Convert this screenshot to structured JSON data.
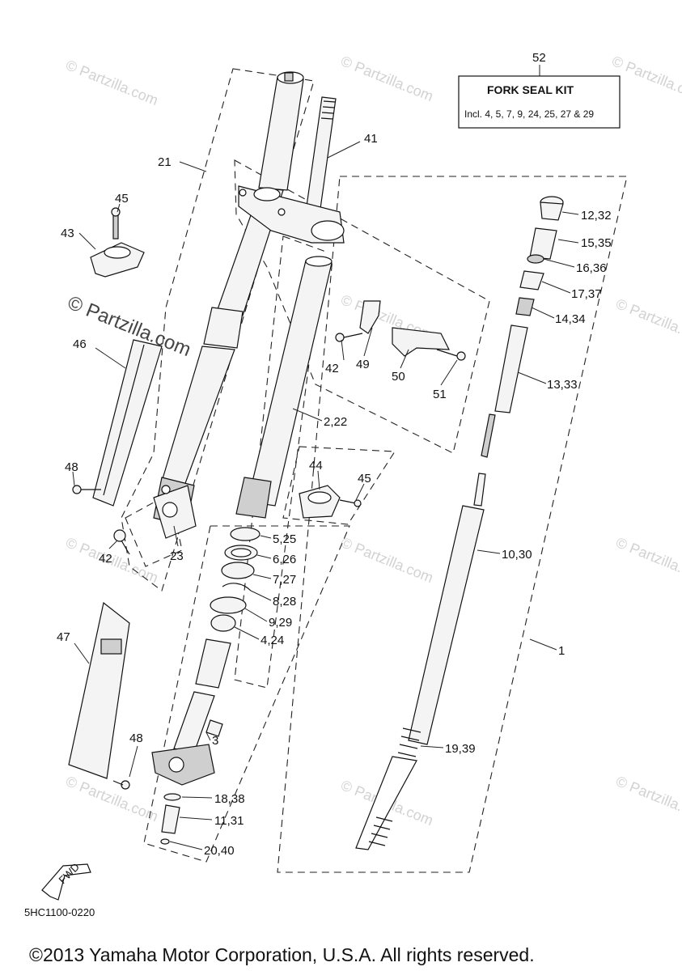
{
  "watermark": {
    "small_text": "© Partzilla.com",
    "big_text": "© Partzilla.com"
  },
  "kit": {
    "number": "52",
    "title": "FORK SEAL KIT",
    "contents": "Incl. 4, 5, 7, 9, 24, 25, 27 & 29"
  },
  "callouts": {
    "c21": "21",
    "c41": "41",
    "c45a": "45",
    "c43": "43",
    "c46": "46",
    "c48a": "48",
    "c42a": "42",
    "c23": "23",
    "c47": "47",
    "c48b": "48",
    "c12_32": "12,32",
    "c15_35": "15,35",
    "c16_36": "16,36",
    "c17_37": "17,37",
    "c14_34": "14,34",
    "c13_33": "13,33",
    "c42b": "42",
    "c49": "49",
    "c50": "50",
    "c51": "51",
    "c2_22": "2,22",
    "c44": "44",
    "c45b": "45",
    "c5_25": "5,25",
    "c6_26": "6,26",
    "c7_27": "7,27",
    "c8_28": "8,28",
    "c9_29": "9,29",
    "c4_24": "4,24",
    "c10_30": "10,30",
    "c1": "1",
    "c3": "3",
    "c19_39": "19,39",
    "c18_38": "18,38",
    "c11_31": "11,31",
    "c20_40": "20,40"
  },
  "fwd_label": "FWD",
  "diagram_code": "5HC1100-0220",
  "copyright": "©2013 Yamaha Motor Corporation, U.S.A. All rights reserved."
}
